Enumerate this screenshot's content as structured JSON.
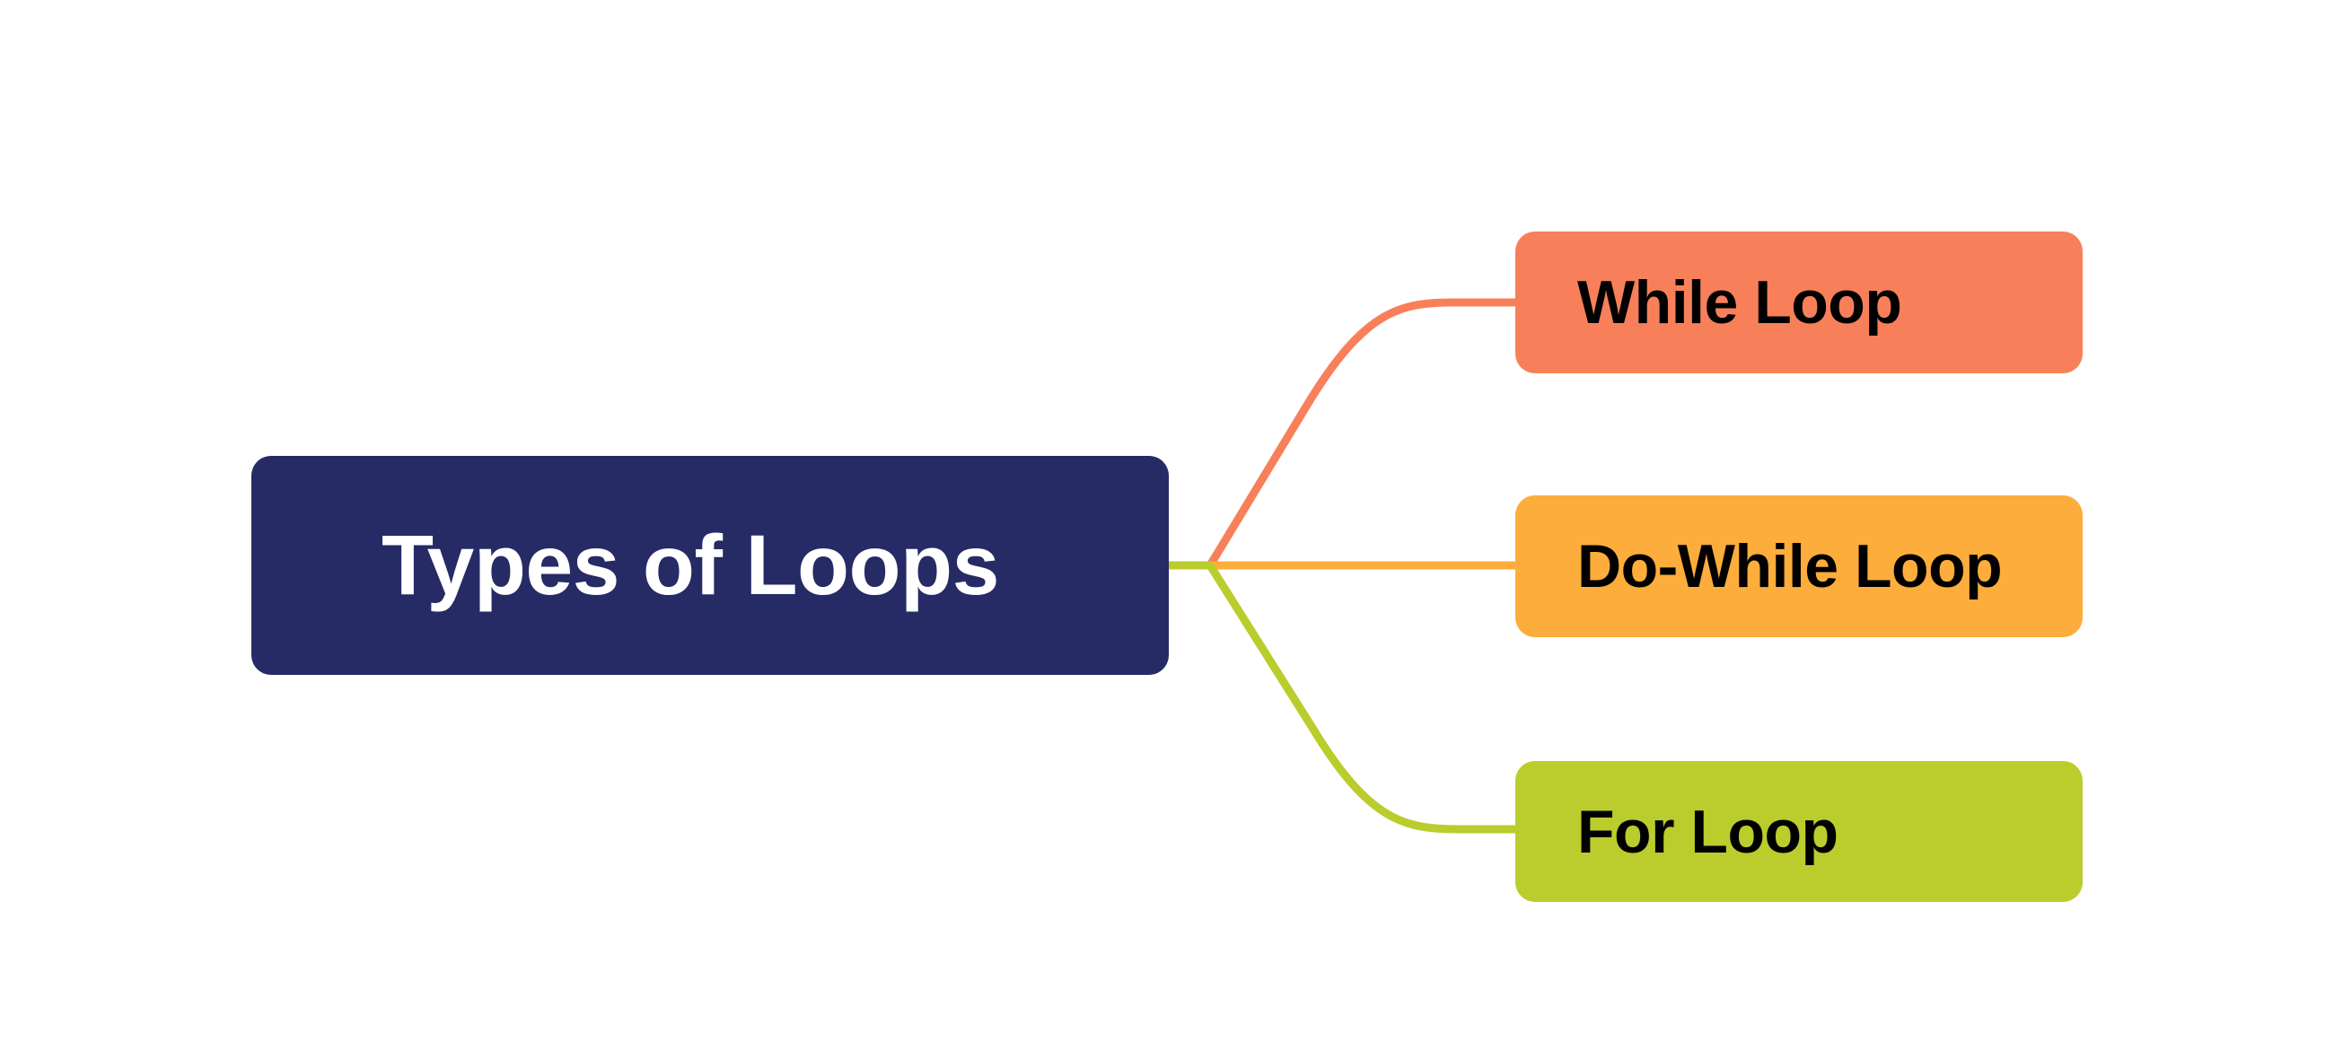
{
  "diagram": {
    "type": "mind-map",
    "orientation": "left-to-right",
    "background_color": "#FFFFFF",
    "root": {
      "label": "Types of Loops",
      "fill_color": "#262B66",
      "text_color": "#FFFFFF"
    },
    "branches": [
      {
        "label": "While Loop",
        "fill_color": "#F7805A",
        "text_color": "#000000",
        "connector_color": "#F7805A"
      },
      {
        "label": "Do-While Loop",
        "fill_color": "#FCAD3B",
        "text_color": "#000000",
        "connector_color": "#FCAD3B"
      },
      {
        "label": "For Loop",
        "fill_color": "#BACD2C",
        "text_color": "#000000",
        "connector_color": "#BACD2C"
      }
    ],
    "connector": {
      "stub_color": "#BACD2C",
      "stroke_width": 9
    }
  }
}
